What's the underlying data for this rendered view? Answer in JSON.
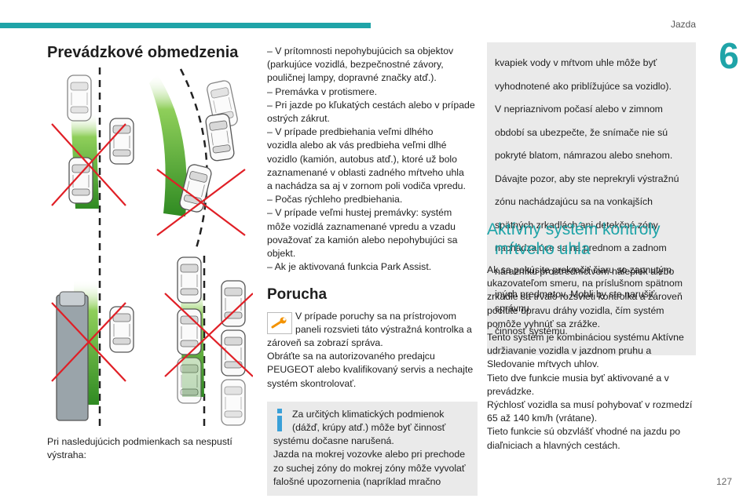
{
  "header": {
    "section": "Jazda",
    "chapter": "6",
    "page": "127"
  },
  "col1": {
    "title": "Prevádzkové obmedzenia",
    "caption": "Pri nasledujúcich podmienkach sa nespustí výstraha:"
  },
  "col2": {
    "lines": [
      "– V prítomnosti nepohybujúcich sa objektov",
      "(parkujúce vozidlá, bezpečnostné závory,",
      "pouličnej lampy, dopravné značky atď.).",
      "– Premávka v protismere.",
      "– Pri jazde po kľukatých cestách alebo v prípade",
      "ostrých zákrut.",
      "– V prípade predbiehania veľmi dlhého",
      "vozidla alebo ak vás predbieha veľmi dlhé",
      "vozidlo (kamión, autobus atď.), ktoré už bolo",
      "zaznamenané v oblasti zadného mŕtveho uhla",
      "a nachádza sa aj v zornom poli vodiča vpredu.",
      "– Počas rýchleho predbiehania.",
      "– V prípade veľmi hustej premávky: systém",
      "môže vozidlá zaznamenané vpredu a vzadu",
      "považovať za kamión alebo nepohybujúci sa",
      "objekt.",
      "– Ak je aktivovaná funkcia Park Assist."
    ],
    "fault_title": "Porucha",
    "fault_indented": [
      "V prípade poruchy sa na prístrojovom",
      "paneli rozsvieti táto výstražná kontrolka a"
    ],
    "fault_rest": [
      "zároveň sa zobrazí správa.",
      "Obráťte sa na autorizovaného predajcu",
      "PEUGEOT alebo kvalifikovaný servis a nechajte",
      "systém skontrolovať."
    ],
    "info_indented": [
      "Za určitých klimatických podmienok",
      "(dážď, krúpy atď.) môže byť činnosť"
    ],
    "info_rest": [
      "systému dočasne narušená.",
      "Jazda na mokrej vozovke alebo pri prechode",
      "zo suchej zóny do mokrej zóny môže vyvolať",
      "falošné upozornenia (napríklad mračno"
    ]
  },
  "col3": {
    "info_lines": [
      "kvapiek vody v mŕtvom uhle môže byť",
      "vyhodnotené ako priblížujúce sa vozidlo).",
      "V nepriaznivom počasí alebo v zimnom",
      "období sa ubezpečte, že snímače nie sú",
      "pokryté blatom, námrazou alebo snehom.",
      "Dávajte pozor, aby ste neprekryli výstražnú",
      "zónu nachádzajúcu sa na vonkajších",
      "spätných zrkadlách ani detekčné zóny",
      "nachádzajúce sa na prednom a zadnom",
      "nárazníku prostredníctvom nálepiek alebo",
      "iných predmetov. Mohli by ste narušiť správnu",
      "činnosť systému."
    ],
    "title_line1": "Aktívny systém kontroly",
    "title_line2": "mŕtveho uhla",
    "body_lines": [
      "Ak sa pokúsite prekročiť čiaru so zapnutým",
      "ukazovateľom smeru, na príslušnom spätnom",
      "zrkadle sa trvalo rozsvieti kontrolka a zároveň",
      "pocítite úpravu dráhy vozidla, čím systém",
      "pomôže vyhnúť sa zrážke.",
      "Tento systém je kombináciou systému Aktívne",
      "udržiavanie vozidla v jazdnom pruhu a",
      "Sledovanie mŕtvych uhlov.",
      "Tieto dve funkcie musia byť aktivované a v",
      "prevádzke.",
      "Rýchlosť vozidla sa musí pohybovať v rozmedzí",
      "65 až 140 km/h (vrátane).",
      "Tieto funkcie sú obzvlášť vhodné na jazdu po",
      "diaľniciach a hlavných cestách."
    ]
  },
  "colors": {
    "accent": "#1fa4a8",
    "zone_green": "#4aa02c",
    "cross_red": "#e01f26",
    "wrench_orange": "#f39200",
    "info_blue": "#3aa0d8"
  }
}
